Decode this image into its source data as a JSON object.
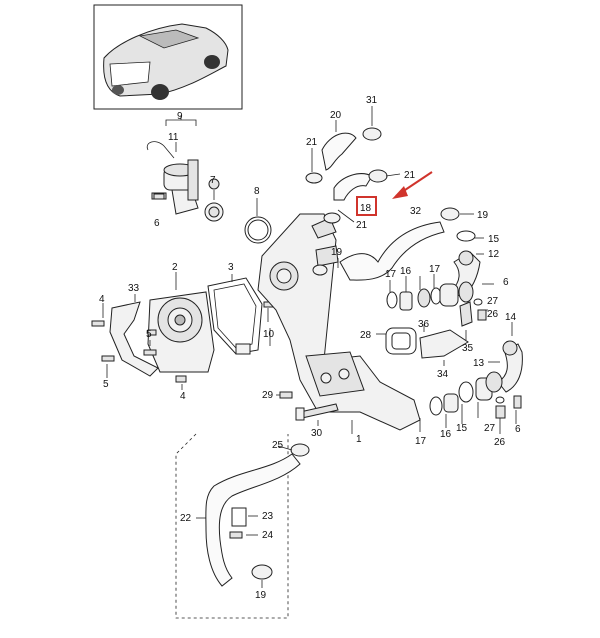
{
  "colors": {
    "highlight": "#d0342c",
    "line": "#222222"
  },
  "callouts": {
    "c1": "1",
    "c2": "2",
    "c3": "3",
    "c4a": "4",
    "c4b": "4",
    "c5a": "5",
    "c5b": "5",
    "c6a": "6",
    "c6b": "6",
    "c6c": "6",
    "c7": "7",
    "c8": "8",
    "c9": "9",
    "c10": "10",
    "c11": "11",
    "c12": "12",
    "c13": "13",
    "c14": "14",
    "c15a": "15",
    "c15b": "15",
    "c16a": "16",
    "c16b": "16",
    "c17a": "17",
    "c17b": "17",
    "c17c": "17",
    "c18": "18",
    "c19a": "19",
    "c19b": "19",
    "c19c": "19",
    "c20": "20",
    "c21a": "21",
    "c21b": "21",
    "c21c": "21",
    "c22": "22",
    "c23": "23",
    "c24": "24",
    "c25": "25",
    "c26a": "26",
    "c26b": "26",
    "c27a": "27",
    "c27b": "27",
    "c28": "28",
    "c29": "29",
    "c30": "30",
    "c31": "31",
    "c32": "32",
    "c33": "33",
    "c34": "34",
    "c35": "35",
    "c36": "36"
  },
  "icons": {
    "vehicle": "car-illustration-icon",
    "pointer": "red-arrow-icon"
  }
}
